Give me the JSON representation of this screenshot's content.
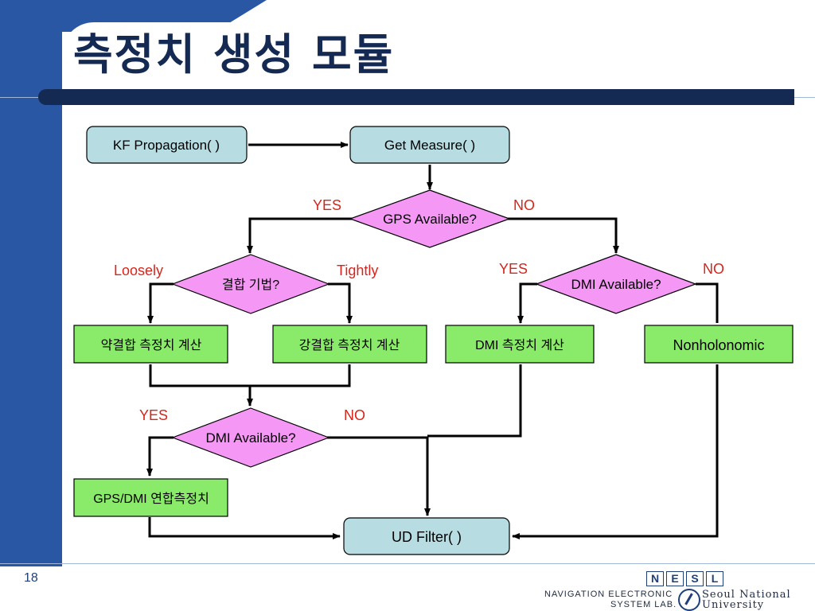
{
  "slide": {
    "title": "측정치 생성 모듈",
    "page_number": "18"
  },
  "nodes": {
    "kf_propagation": "KF Propagation( )",
    "get_measure": "Get Measure( )",
    "gps_available": "GPS Available?",
    "coupling_method": "결합 기법?",
    "dmi_available_top": "DMI Available?",
    "loose_measure": "약결합 측정치 계산",
    "tight_measure": "강결합 측정치 계산",
    "dmi_measure": "DMI 측정치 계산",
    "nonholonomic": "Nonholonomic",
    "dmi_available_bottom": "DMI Available?",
    "gps_dmi_combined": "GPS/DMI 연합측정치",
    "ud_filter": "UD Filter( )"
  },
  "labels": {
    "gps_yes": "YES",
    "gps_no": "NO",
    "loosely": "Loosely",
    "tightly": "Tightly",
    "dmi_top_yes": "YES",
    "dmi_top_no": "NO",
    "dmi_bottom_yes": "YES",
    "dmi_bottom_no": "NO"
  },
  "footer": {
    "nesl_letters": [
      "N",
      "E",
      "S",
      "L"
    ],
    "lab_line1": "NAVIGATION ELECTRONIC",
    "lab_line2": "SYSTEM LAB.",
    "univ_line1": "Seoul National",
    "univ_line2": "University"
  },
  "colors": {
    "process_blue": "#b7dde3",
    "decision_pink": "#f598f5",
    "result_green": "#8aeb6a",
    "label_red": "#d9241b",
    "header_navy": "#142a52",
    "side_blue": "#2a57a3"
  }
}
